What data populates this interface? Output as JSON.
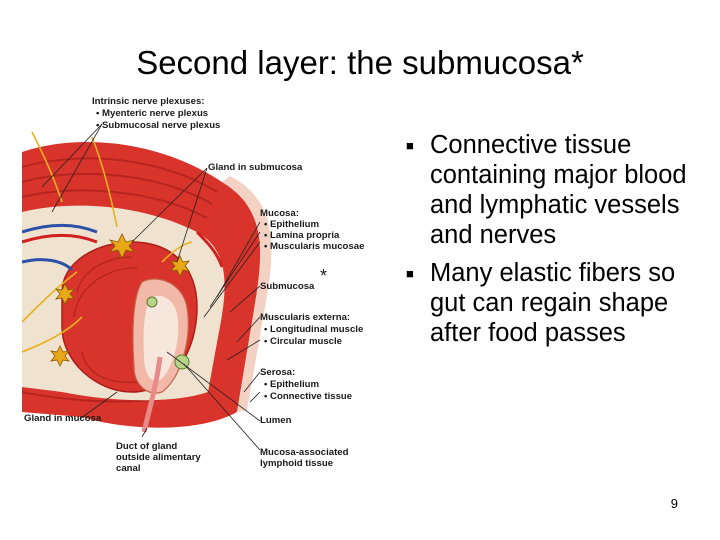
{
  "slide": {
    "title": "Second layer: the submucosa*",
    "page_number": "9"
  },
  "bullets": [
    "Connective tissue containing major blood and lymphatic vessels and nerves",
    "Many elastic fibers so gut can regain shape after food passes"
  ],
  "figure": {
    "labels": {
      "intrinsic": "Intrinsic nerve plexuses:",
      "myenteric": "• Myenteric nerve plexus",
      "submucosal_plexus": "• Submucosal nerve plexus",
      "gland_submucosa": "Gland in submucosa",
      "mucosa": "Mucosa:",
      "epithelium": "• Epithelium",
      "lamina": "• Lamina propria",
      "muscularis_mucosae": "• Muscularis mucosae",
      "submucosa": "Submucosa",
      "star": "*",
      "muscularis_externa": "Muscularis externa:",
      "longitudinal": "• Longitudinal muscle",
      "circular": "• Circular muscle",
      "serosa": "Serosa:",
      "serosa_epithelium": "• Epithelium",
      "connective": "• Connective tissue",
      "gland_mucosa": "Gland in mucosa",
      "lumen": "Lumen",
      "duct_1": "Duct of gland",
      "duct_2": "outside alimentary",
      "duct_3": "canal",
      "malt_1": "Mucosa-associated",
      "malt_2": "lymphoid tissue"
    },
    "colors": {
      "muscle": "#d9342b",
      "muscle_dark": "#a81e1a",
      "submucosa": "#efe3cf",
      "mucosa": "#f2b9a8",
      "lumen": "#f7e6dc",
      "nerve": "#e8b020",
      "vein": "#2c4fa8",
      "artery": "#d02020"
    }
  }
}
